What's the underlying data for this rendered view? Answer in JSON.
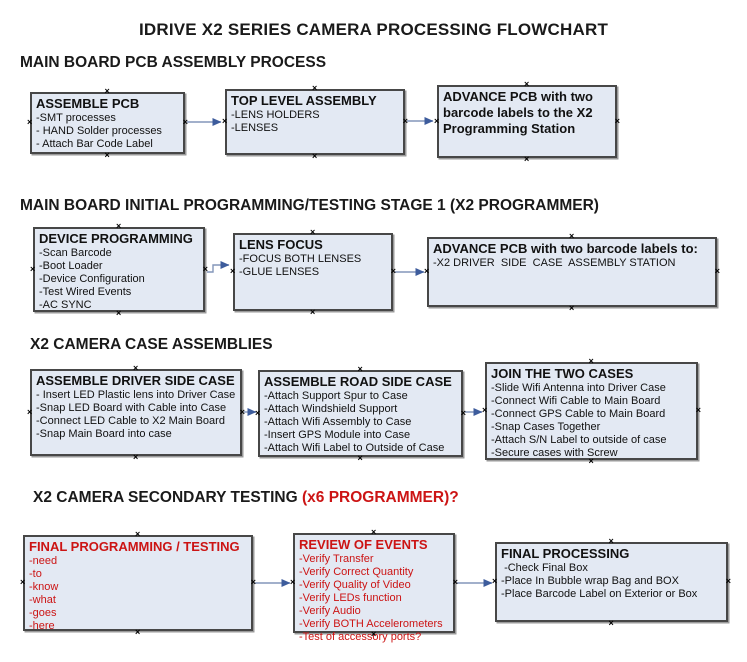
{
  "title": "IDRIVE X2  SERIES CAMERA PROCESSING FLOWCHART",
  "colors": {
    "box_fill": "#e3e9f3",
    "box_border": "#474747",
    "connector_line": "#8496ba",
    "arrowhead": "#3d5c9c",
    "red_text": "#cc1414",
    "black_text": "#1a1a1a"
  },
  "sections": [
    {
      "heading": "MAIN BOARD PCB ASSEMBLY PROCESS",
      "boxes": [
        {
          "title": "ASSEMBLE PCB",
          "items": [
            "-SMT processes",
            "- HAND Solder processes",
            "- Attach Bar Code Label"
          ]
        },
        {
          "title": "TOP LEVEL ASSEMBLY",
          "items": [
            "-LENS HOLDERS",
            "-LENSES"
          ]
        },
        {
          "title": "ADVANCE PCB with two barcode labels to the X2 Programming Station",
          "items": []
        }
      ]
    },
    {
      "heading": "MAIN BOARD INITIAL PROGRAMMING/TESTING STAGE 1 (X2 PROGRAMMER)",
      "boxes": [
        {
          "title": "DEVICE PROGRAMMING",
          "items": [
            "-Scan Barcode",
            "-Boot Loader",
            "-Device Configuration",
            "-Test Wired Events",
            "-AC SYNC"
          ]
        },
        {
          "title": "LENS FOCUS",
          "items": [
            "-FOCUS BOTH LENSES",
            "-GLUE LENSES"
          ]
        },
        {
          "title": "ADVANCE PCB with two barcode labels to:",
          "items": [
            "-X2 DRIVER  SIDE  CASE  ASSEMBLY STATION"
          ]
        }
      ]
    },
    {
      "heading": "X2 CAMERA CASE ASSEMBLIES",
      "boxes": [
        {
          "title": "ASSEMBLE DRIVER SIDE CASE",
          "items": [
            "- Insert LED Plastic lens into Driver Case",
            "-Snap LED Board with Cable into Case",
            "-Connect LED Cable to X2 Main Board",
            "-Snap Main Board into case"
          ]
        },
        {
          "title": "ASSEMBLE ROAD SIDE CASE",
          "items": [
            "-Attach Support Spur to Case",
            "-Attach Windshield Support",
            "-Attach Wifi Assembly to Case",
            "-Insert GPS Module into Case",
            "-Attach Wifi Label to Outside of Case"
          ]
        },
        {
          "title": "JOIN THE TWO CASES",
          "items": [
            "-Slide Wifi Antenna into Driver Case",
            "-Connect Wifi Cable to Main Board",
            "-Connect GPS Cable to Main Board",
            "-Snap Cases Together",
            "-Attach S/N Label to outside of case",
            "-Secure cases with Screw"
          ]
        }
      ]
    },
    {
      "heading": "X2 CAMERA SECONDARY TESTING",
      "heading_suffix": "  (x6 PROGRAMMER)?",
      "boxes": [
        {
          "title": "FINAL PROGRAMMING / TESTING",
          "items": [
            "-need",
            "-to",
            "-know",
            "-what",
            "-goes",
            "-here"
          ]
        },
        {
          "title": "REVIEW OF EVENTS",
          "items": [
            "-Verify Transfer",
            "-Verify Correct Quantity",
            "-Verify Quality of Video",
            "-Verify LEDs function",
            "-Verify Audio",
            "-Verify BOTH Accelerometers",
            "-Test of accessory ports?"
          ]
        },
        {
          "title": "FINAL PROCESSING",
          "items": [
            " -Check Final Box",
            "-Place In Bubble wrap Bag and BOX",
            "-Place Barcode Label on Exterior or Box"
          ]
        }
      ]
    }
  ]
}
